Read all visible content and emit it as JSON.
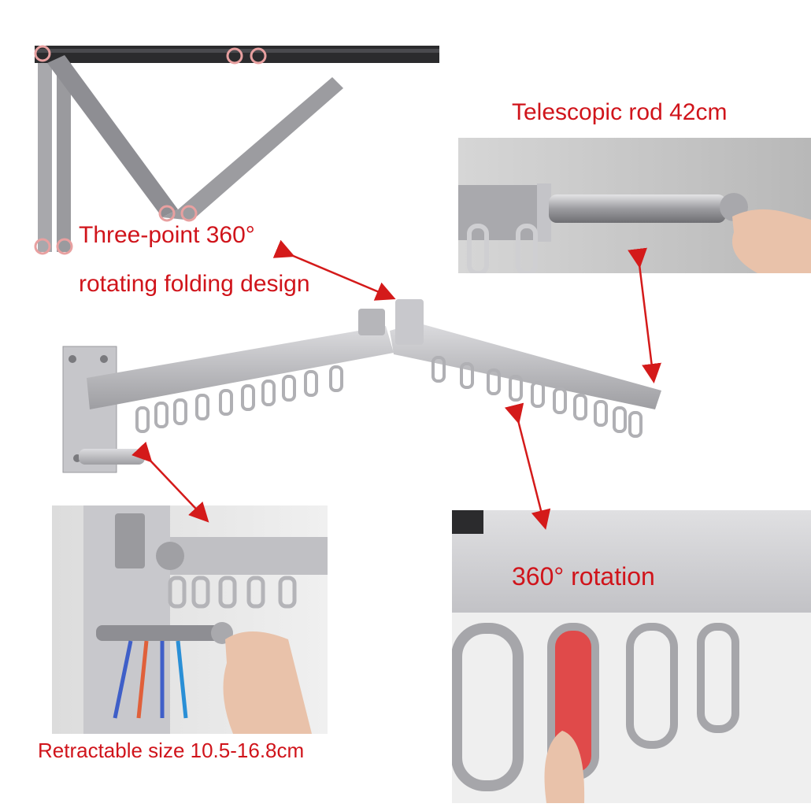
{
  "captions": {
    "telescopic": "Telescopic rod 42cm",
    "three_point_line1": "Three-point 360°",
    "three_point_line2": "rotating folding design",
    "rotation": "360° rotation",
    "retractable": "Retractable size 10.5-16.8cm"
  },
  "colors": {
    "caption_red": "#d0141b",
    "arrow_red": "#d41a1a",
    "steel": "#b8b8bc",
    "steel_dark": "#8e8e93",
    "frame_dark": "#2b2b2d",
    "pivot_highlight": "#e8a0a0"
  },
  "icons": [
    "folding-diagram",
    "rack-main-illustration",
    "telescopic-rod-photo",
    "rotation-hook-photo",
    "retractable-rod-photo",
    "double-arrow-icon"
  ]
}
